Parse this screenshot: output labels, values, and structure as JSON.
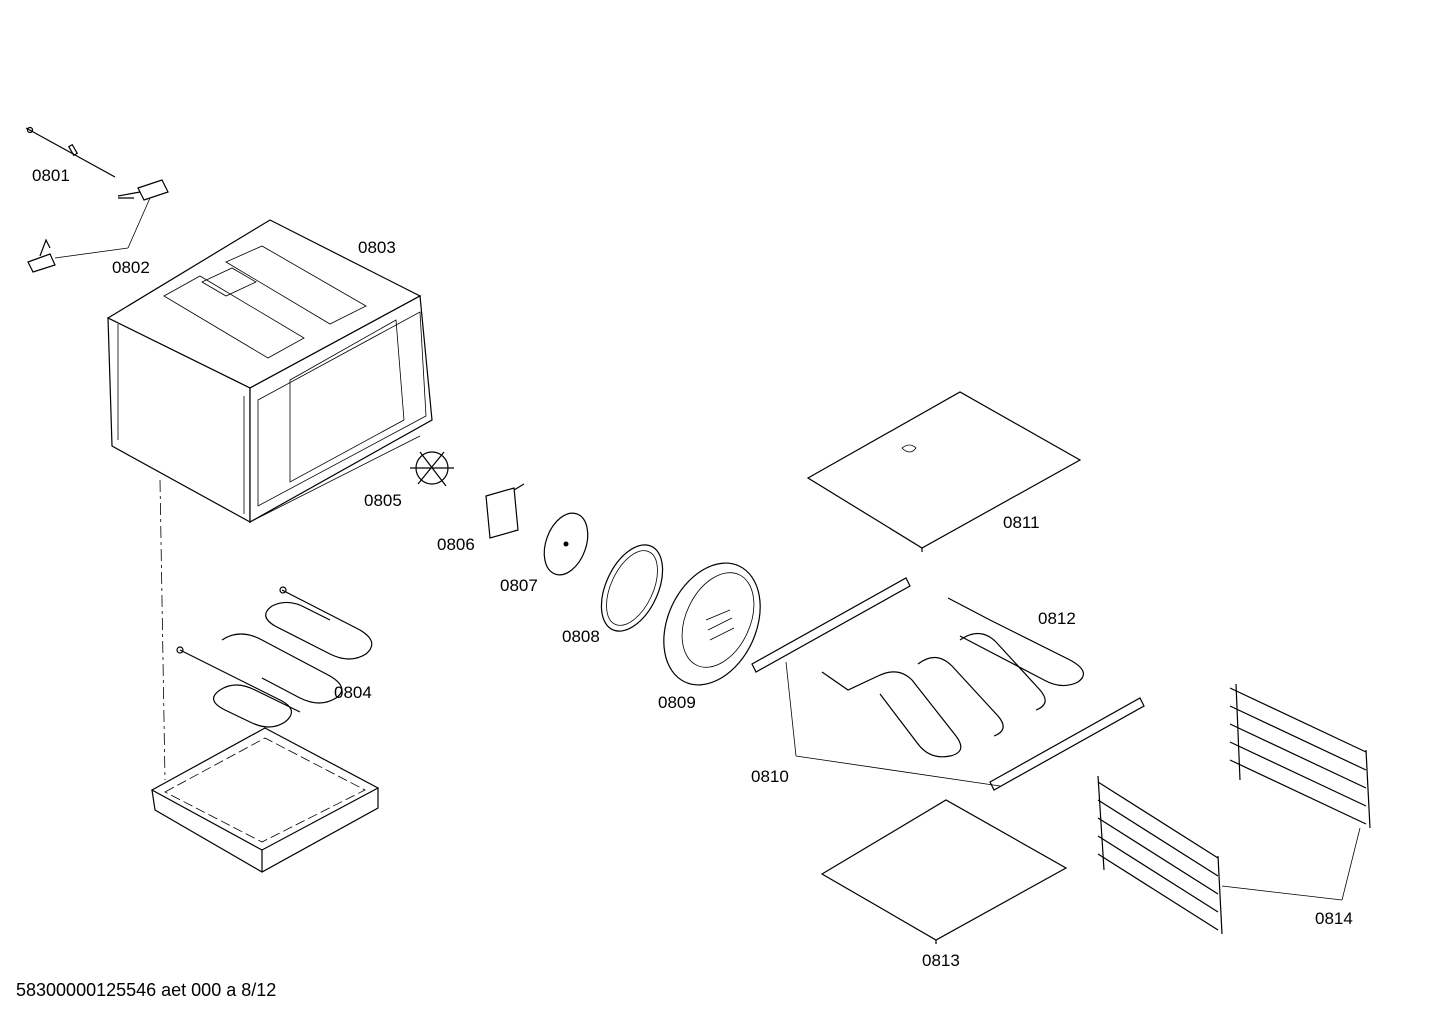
{
  "parts": [
    {
      "id": "0801",
      "label": "0801"
    },
    {
      "id": "0802",
      "label": "0802"
    },
    {
      "id": "0803",
      "label": "0803"
    },
    {
      "id": "0804",
      "label": "0804"
    },
    {
      "id": "0805",
      "label": "0805"
    },
    {
      "id": "0806",
      "label": "0806"
    },
    {
      "id": "0807",
      "label": "0807"
    },
    {
      "id": "0808",
      "label": "0808"
    },
    {
      "id": "0809",
      "label": "0809"
    },
    {
      "id": "0810",
      "label": "0810"
    },
    {
      "id": "0811",
      "label": "0811"
    },
    {
      "id": "0812",
      "label": "0812"
    },
    {
      "id": "0813",
      "label": "0813"
    },
    {
      "id": "0814",
      "label": "0814"
    }
  ],
  "document_id": "58300000125546 aet 000 a 8/12"
}
